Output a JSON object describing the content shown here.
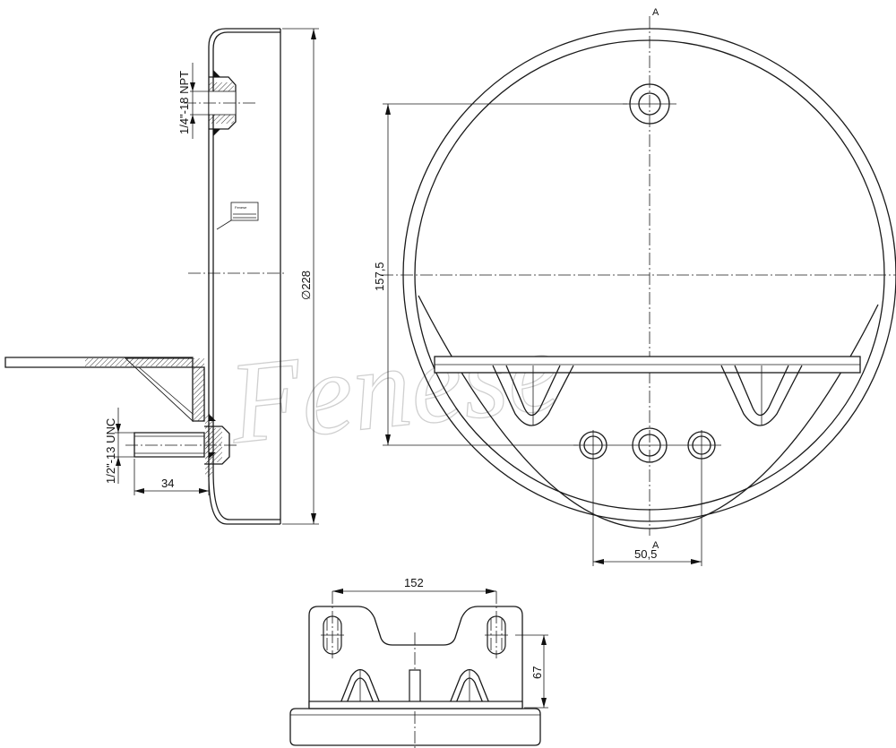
{
  "watermark": "Fenese",
  "labels": {
    "npt_thread": "1/4\"-18 NPT",
    "unc_thread": "1/2\"-13 UNC",
    "section_top": "A",
    "section_bottom": "A",
    "nameplate_brand": "Fenese"
  },
  "dimensions": {
    "diameter": "∅228",
    "stud_length": "34",
    "hole_vertical_spacing": "157,5",
    "hole_horizontal_spacing": "50,5",
    "bracket_hole_spacing": "152",
    "bracket_height": "67"
  }
}
